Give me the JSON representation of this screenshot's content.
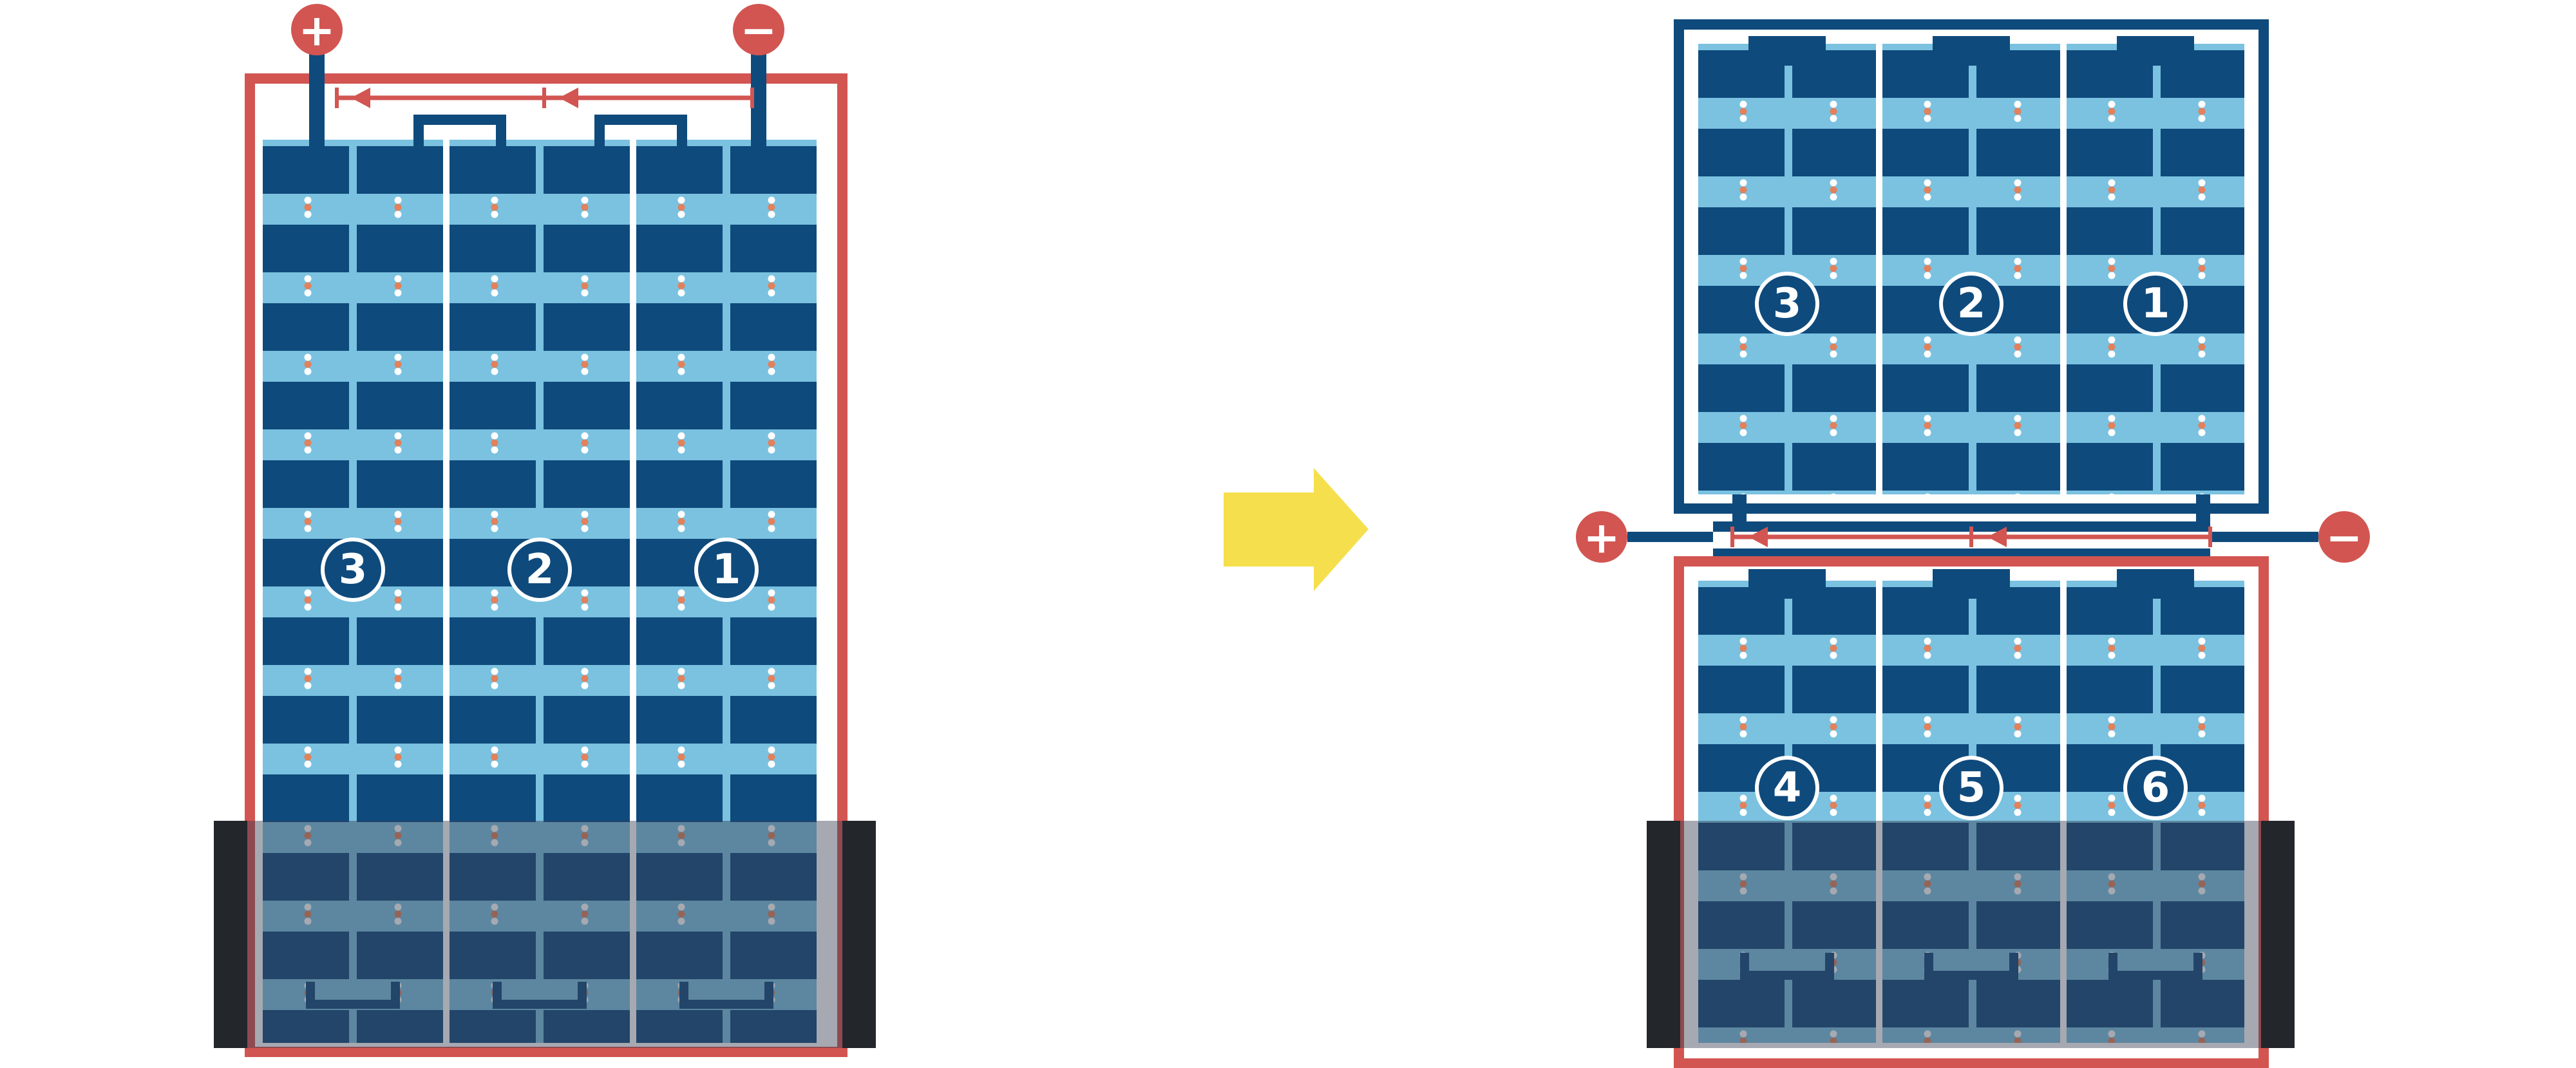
{
  "colors": {
    "accent_red": "#d25551",
    "deep_blue": "#0f4a7c",
    "panel_blue": "#7ac2e0",
    "dot_orange": "#e2815b",
    "flood_gray": "#3a4152",
    "post_black": "#23262b",
    "arrow_yellow": "#f5df4d"
  },
  "left_module": {
    "plus_label": "+",
    "minus_label": "−",
    "strings": [
      "3",
      "2",
      "1"
    ]
  },
  "transform_arrow": {
    "icon": "right-block-arrow"
  },
  "right_top_module": {
    "strings": [
      "3",
      "2",
      "1"
    ]
  },
  "right_connection": {
    "plus_label": "+",
    "minus_label": "−"
  },
  "right_bottom_module": {
    "strings": [
      "4",
      "5",
      "6"
    ]
  }
}
